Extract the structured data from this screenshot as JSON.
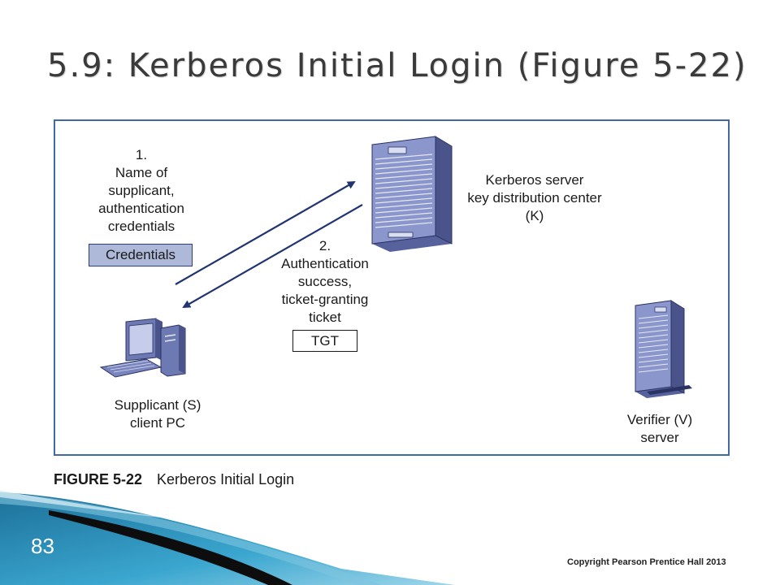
{
  "slide": {
    "title": "5.9: Kerberos Initial Login (Figure 5-22)",
    "page_number": "83",
    "copyright": "Copyright Pearson Prentice Hall 2013"
  },
  "figure": {
    "step1": [
      "1.",
      "Name of",
      "supplicant,",
      "authentication",
      "credentials"
    ],
    "credentials_box": "Credentials",
    "step2": [
      "2.",
      "Authentication",
      "success,",
      "ticket-granting",
      "ticket"
    ],
    "tgt_box": "TGT",
    "kerberos_label": [
      "Kerberos server",
      "key distribution center",
      "(K)"
    ],
    "supplicant_label": [
      "Supplicant (S)",
      "client PC"
    ],
    "verifier_label": [
      "Verifier (V)",
      "server"
    ],
    "caption_number": "FIGURE 5-22",
    "caption_text": "Kerberos Initial Login"
  },
  "colors": {
    "frame": "#3f6aa3",
    "arrow": "#1f3470",
    "server_fill": "#6d79b3",
    "credentials_fill": "#aeb9d9",
    "accent_teal": "#2f9bc4"
  }
}
